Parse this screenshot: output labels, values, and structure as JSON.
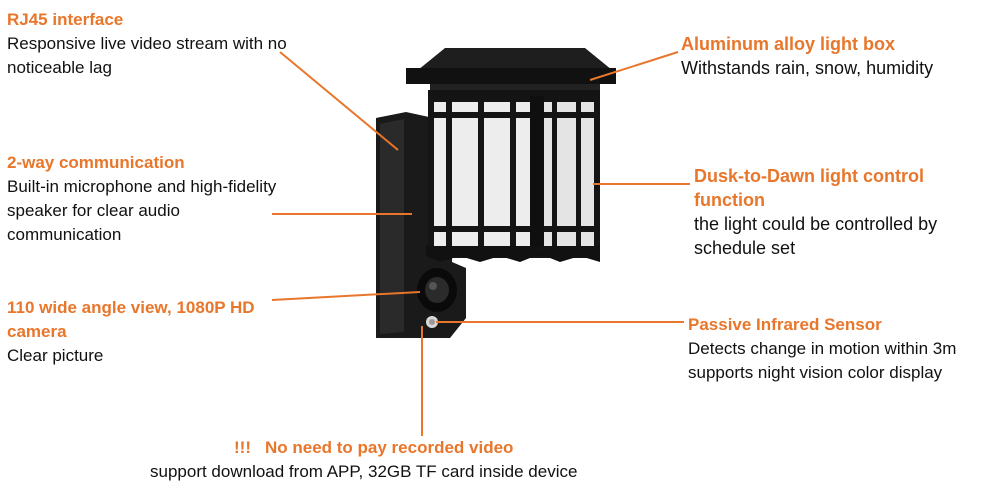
{
  "callouts": {
    "rj45": {
      "title": "RJ45 interface",
      "desc": "Responsive live video stream with no noticeable lag"
    },
    "two_way": {
      "title": "2-way communication",
      "desc": "Built-in microphone and high-fidelity speaker for clear audio communication"
    },
    "camera": {
      "title": "110 wide angle view, 1080P HD camera",
      "desc": "Clear picture"
    },
    "aluminum": {
      "title": "Aluminum alloy light box",
      "desc": "Withstands rain, snow, humidity"
    },
    "dusk": {
      "title": "Dusk-to-Dawn light control function",
      "desc": "the light could be controlled by schedule set"
    },
    "pir": {
      "title": "Passive Infrared Sensor",
      "desc": "Detects change in motion within 3m supports night vision color display"
    },
    "recording": {
      "prefix": "!!!",
      "title": "No need to pay recorded video",
      "desc": "support download from APP, 32GB TF card inside device"
    }
  },
  "colors": {
    "accent": "#e8762b",
    "text": "#111111",
    "lamp_body": "#151515",
    "lamp_glass": "#eeeeee"
  }
}
